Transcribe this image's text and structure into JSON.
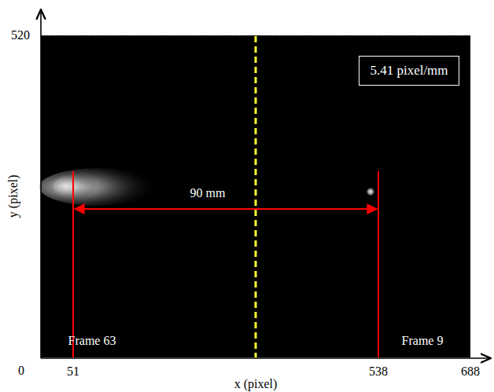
{
  "diagram": {
    "nodes": [
      {
        "text": [
          "5.41 pixel/mm"
        ]
      }
    ],
    "labels": [
      "520",
      "0",
      "51",
      "538",
      "688",
      "x (pixel)",
      "y (pixel)",
      "90 mm",
      "Frame 63",
      "Frame 9"
    ]
  }
}
